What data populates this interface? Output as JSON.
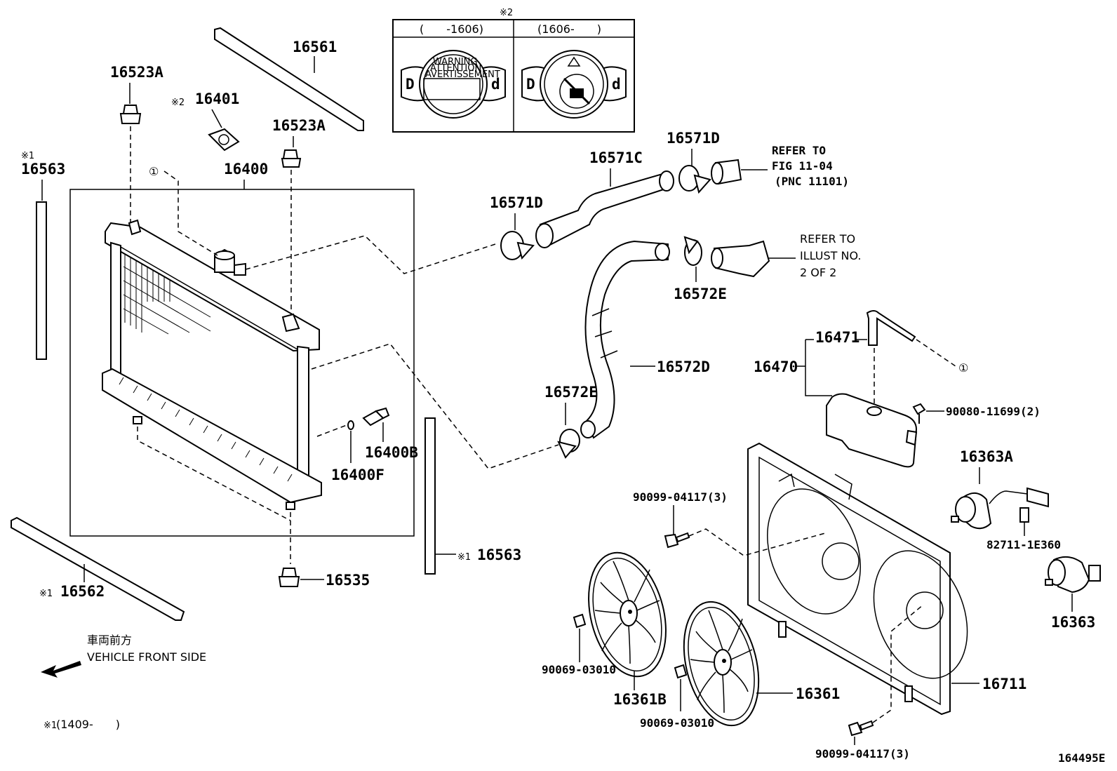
{
  "diagram_id": "164495E",
  "notes": {
    "vehicle_front_ja": "車両前方",
    "vehicle_front_en": "VEHICLE FRONT SIDE",
    "mark1": "※1",
    "mark2": "※2",
    "footnote_mark": "※1",
    "footnote_range": "(1409-　　)"
  },
  "cap_inset": {
    "mark": "※2",
    "left_header": "(　　-1606)",
    "right_header": "(1606-　　)",
    "cap_text": [
      "WARNING",
      "ATTENTION",
      "AVERTISSEMENT"
    ]
  },
  "references": {
    "fig": [
      "REFER TO",
      "FIG 11-04",
      "(PNC 11101)"
    ],
    "illust": [
      "REFER TO",
      "ILLUST NO.",
      "2 OF 2"
    ]
  },
  "labels": {
    "p16561": "16561",
    "p16523A_left": "16523A",
    "p16401": "16401",
    "p16523A_right": "16523A",
    "p16563_left": "16563",
    "p16400": "16400",
    "p16571C": "16571C",
    "p16571D_top": "16571D",
    "p16571D_left": "16571D",
    "p16572E_top": "16572E",
    "p16572D": "16572D",
    "p16572E_low": "16572E",
    "p16400B": "16400B",
    "p16400F": "16400F",
    "p16471": "16471",
    "p16470": "16470",
    "p90080": "90080-11699(2)",
    "p16363A": "16363A",
    "p82711": "82711-1E360",
    "p16363": "16363",
    "p90099_top": "90099-04117(3)",
    "p16563_right": "16563",
    "p16535": "16535",
    "p16562": "16562",
    "p90069_left": "90069-03010",
    "p16361B": "16361B",
    "p16361": "16361",
    "p90069_bottom": "90069-03010",
    "p16711": "16711",
    "p90099_bottom": "90099-04117(3)",
    "circle1": "①"
  }
}
